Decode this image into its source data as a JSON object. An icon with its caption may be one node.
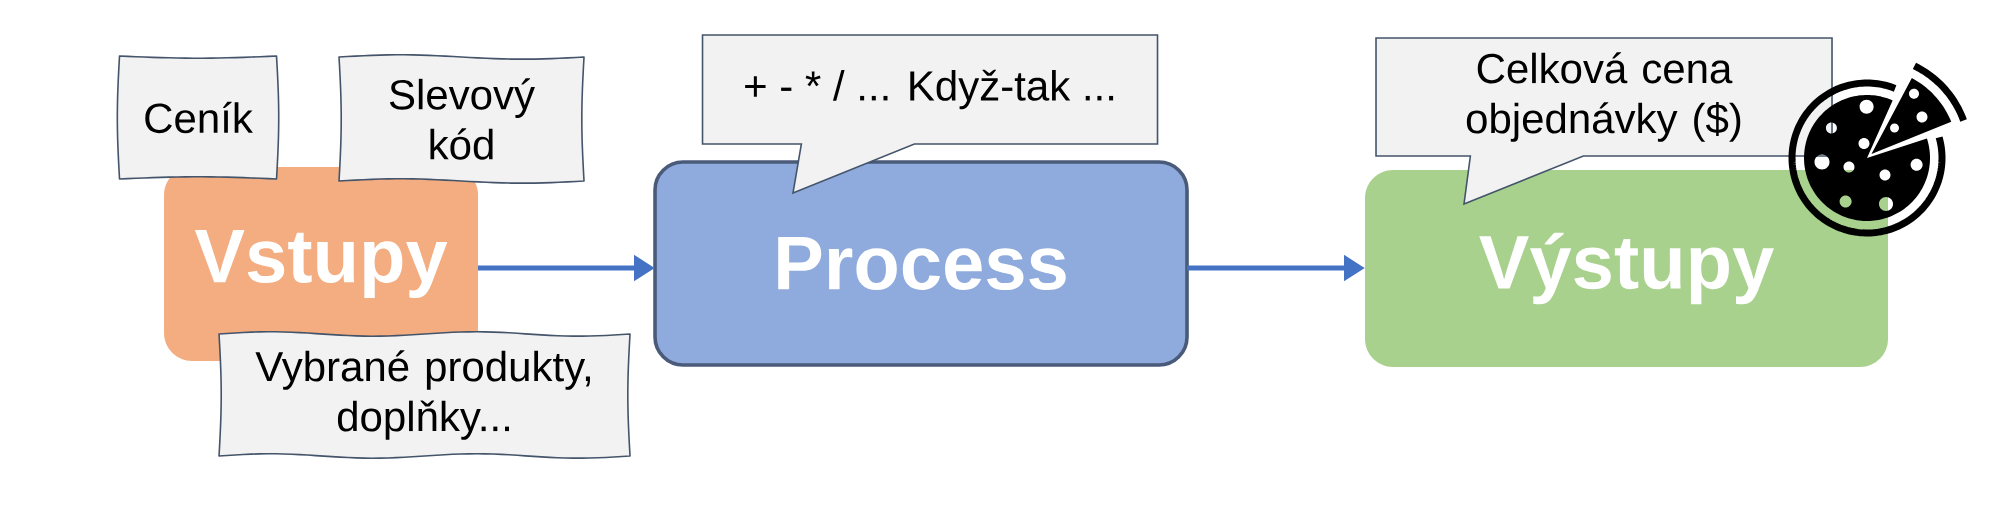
{
  "diagram": {
    "nodes": [
      {
        "text": [
          "Ceník"
        ]
      },
      {
        "text": [
          "Slevový kód"
        ]
      },
      {
        "text": [
          "Vstupy"
        ]
      },
      {
        "text": [
          "Vybrané produkty, doplňky..."
        ]
      },
      {
        "text": [
          "+ - * / ... Když-tak ..."
        ]
      },
      {
        "text": [
          "Process"
        ]
      },
      {
        "text": [
          "Celková cena objednávky ($)"
        ]
      },
      {
        "text": [
          "Výstupy"
        ]
      }
    ],
    "edges": [
      {
        "from": 2,
        "to": 5,
        "arrow": "to"
      },
      {
        "from": 5,
        "to": 7,
        "arrow": "to"
      }
    ]
  }
}
